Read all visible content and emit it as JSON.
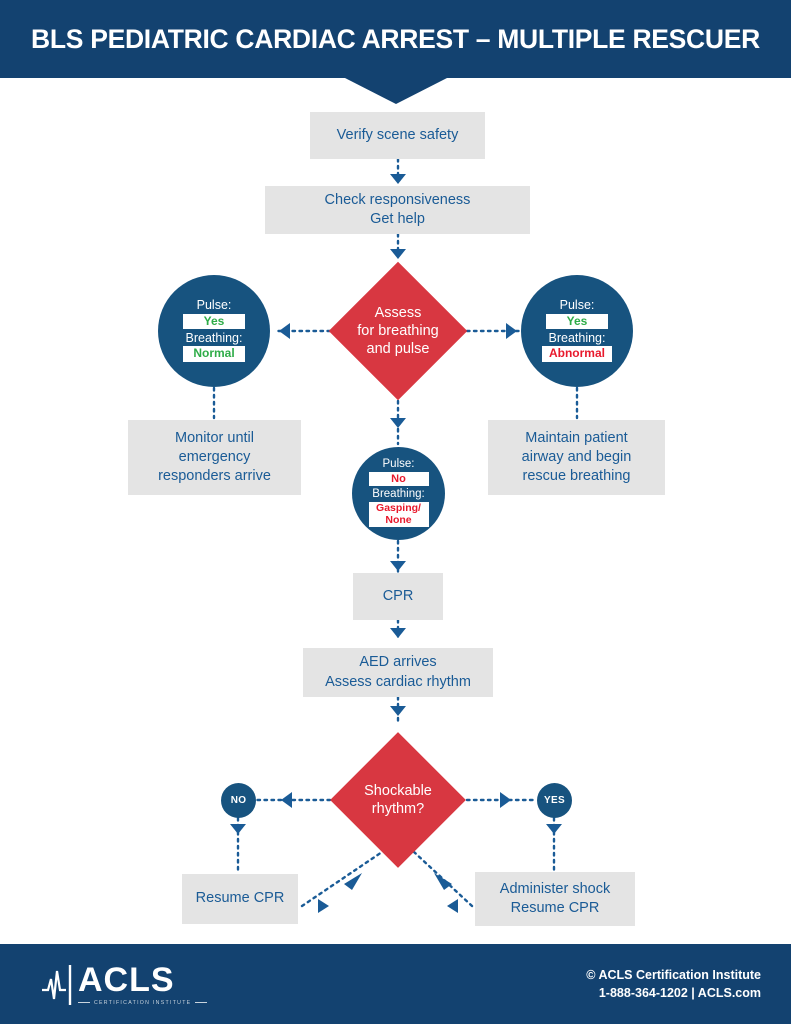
{
  "header": {
    "title": "BLS PEDIATRIC CARDIAC ARREST – MULTIPLE RESCUER"
  },
  "colors": {
    "navy": "#134270",
    "box_blue_text": "#1a5b96",
    "box_gray": "#e4e4e4",
    "circle_blue": "#17537f",
    "diamond_red": "#d83741",
    "green": "#2fac48",
    "red": "#e8192c"
  },
  "flow": {
    "verify_scene_safety": "Verify scene safety",
    "check_responsiveness": "Check responsiveness\nGet help",
    "assess_diamond": "Assess\nfor breathing\nand pulse",
    "left_circle": {
      "pulse_label": "Pulse:",
      "pulse_value": "Yes",
      "breathing_label": "Breathing:",
      "breathing_value": "Normal"
    },
    "right_circle": {
      "pulse_label": "Pulse:",
      "pulse_value": "Yes",
      "breathing_label": "Breathing:",
      "breathing_value": "Abnormal"
    },
    "center_circle": {
      "pulse_label": "Pulse:",
      "pulse_value": "No",
      "breathing_label": "Breathing:",
      "breathing_value": "Gasping/\nNone"
    },
    "monitor_box": "Monitor until\nemergency\nresponders arrive",
    "maintain_box": "Maintain patient\nairway and begin\nrescue breathing",
    "cpr_box": "CPR",
    "aed_box": "AED arrives\nAssess cardiac rhythm",
    "shockable_diamond": "Shockable\nrhythm?",
    "badge_no": "NO",
    "badge_yes": "YES",
    "resume_cpr_box": "Resume CPR",
    "administer_shock_box": "Administer shock\nResume CPR"
  },
  "footer": {
    "logo_word": "ACLS",
    "logo_sub": "CERTIFICATION INSTITUTE",
    "copyright": "© ACLS Certification Institute",
    "contact": "1-888-364-1202  |  ACLS.com"
  }
}
